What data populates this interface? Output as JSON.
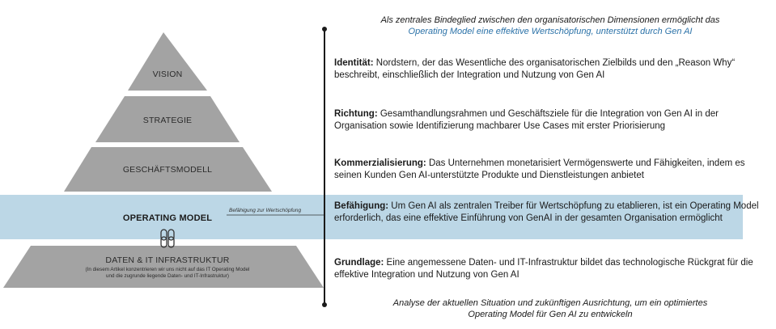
{
  "header": {
    "line1": "Als zentrales Bindeglied zwischen den organisatorischen Dimensionen ermöglicht das",
    "line2": "Operating Model eine effektive Wertschöpfung, unterstützt durch Gen AI"
  },
  "footer": {
    "line1": "Analyse der aktuellen Situation und zukünftigen Ausrichtung, um ein optimiertes",
    "line2": "Operating Model für Gen AI zu entwickeln"
  },
  "pyramid": {
    "vision": "VISION",
    "strategie": "STRATEGIE",
    "geschaeftsmodell": "GESCHÄFTSMODELL",
    "operating_model": "OPERATING MODEL",
    "daten_it": "DATEN & IT INFRASTRUKTUR",
    "daten_it_note_1": "(In diesem Artikel konzentrieren wir uns nicht auf das IT Operating Model",
    "daten_it_note_2": "und die zugrunde liegende Daten- und IT-Infrastruktur)"
  },
  "connector_label": "Befähigung zur Wertschöpfung",
  "descriptions": [
    {
      "key": "Identität:",
      "text": " Nordstern, der das Wesentliche des organisatorischen Zielbilds und den „Reason Why“ beschreibt, einschließlich der Integration und Nutzung von Gen AI"
    },
    {
      "key": "Richtung:",
      "text": " Gesamthandlungsrahmen und Geschäftsziele für die Integration von Gen AI in der Organisation sowie Identifizierung machbarer Use Cases mit erster Priorisierung"
    },
    {
      "key": "Kommerzialisierung:",
      "text": " Das Unternehmen monetarisiert Vermögenswerte und Fähigkeiten, indem es seinen Kunden Gen AI-unterstützte Produkte und Dienstleistungen anbietet"
    },
    {
      "key": "Befähigung:",
      "text": " Um Gen AI als zentralen Treiber für Wertschöpfung zu etablieren, ist ein Operating Model erforderlich, das eine effektive Einführung von GenAI in der gesamten Organisation ermöglicht"
    },
    {
      "key": "Grundlage:",
      "text": " Eine angemessene Daten- und IT-Infrastruktur bildet das technologische Rückgrat für die effektive Integration und Nutzung von Gen AI"
    }
  ],
  "colors": {
    "tier_gray": "#a3a3a3",
    "highlight_blue": "#bcd7e6",
    "accent_blue": "#2b72a8"
  },
  "icons": [
    "chain-link-icon"
  ]
}
